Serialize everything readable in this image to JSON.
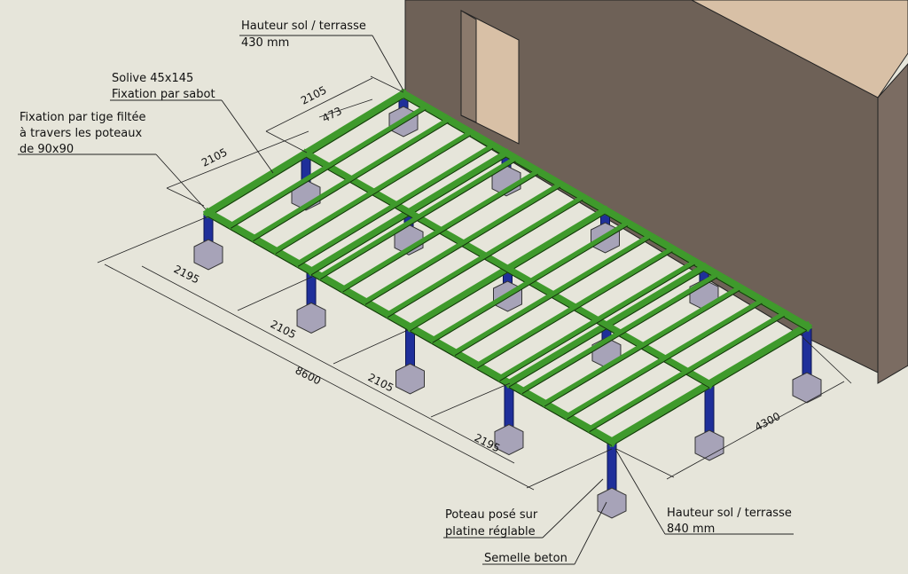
{
  "annotations": {
    "height_top_line1": "Hauteur sol / terrasse",
    "height_top_line2": "430 mm",
    "joist_line1": "Solive 45x145",
    "joist_line2": "Fixation par sabot",
    "rod_line1": "Fixation par tige filtée",
    "rod_line2": "à travers les poteaux",
    "rod_line3": "de 90x90",
    "post_line1": "Poteau posé sur",
    "post_line2": "platine réglable",
    "footing_label": "Semelle beton",
    "height_bottom_line1": "Hauteur sol / terrasse",
    "height_bottom_line2": "840 mm"
  },
  "dimensions": {
    "back_span_1": "2105",
    "back_span_2": "2105",
    "joist_spacing": "473",
    "front_span_1": "2195",
    "front_span_2": "2105",
    "front_span_3": "2105",
    "front_span_4": "2195",
    "total_length": "8600",
    "total_width": "4300"
  },
  "colors": {
    "background": "#e6e5da",
    "frame_green": "#3f9a2c",
    "post_blue": "#1f2f9a",
    "footing_grey": "#a7a3b8",
    "building_wall": "#6e6157",
    "building_roof": "#d8c0a6",
    "building_side": "#7b6c62"
  }
}
